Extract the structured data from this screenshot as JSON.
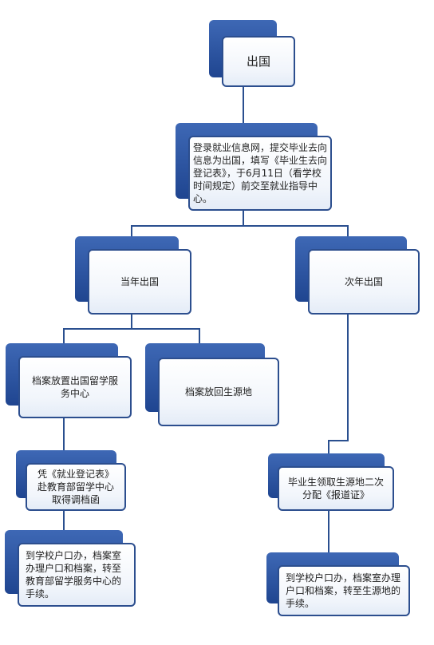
{
  "nodes": {
    "go_abroad": "出国",
    "register": "登录就业信息网，提交毕业去向信息为出国，填写《毕业生去向登记表》，于6月11日（看学校时间规定）前交至就业指导中心。",
    "same_year": "当年出国",
    "next_year": "次年出国",
    "archive_service_center": "档案放置出国留学服务中心",
    "archive_origin": "档案放回生源地",
    "transfer_letter": "凭《就业登记表》赴教育部留学中心取得调档函",
    "hukou_left": "到学校户口办，档案室办理户口和档案，转至教育部留学服务中心的手续。",
    "second_assignment": "毕业生领取生源地二次分配《报道证》",
    "hukou_right": "到学校户口办，档案室办理户口和档案，转至生源地的手续。"
  },
  "colors": {
    "node_shadow": "#2a55a5",
    "node_border": "#2c4e8e",
    "connector": "#2a4f8f"
  }
}
